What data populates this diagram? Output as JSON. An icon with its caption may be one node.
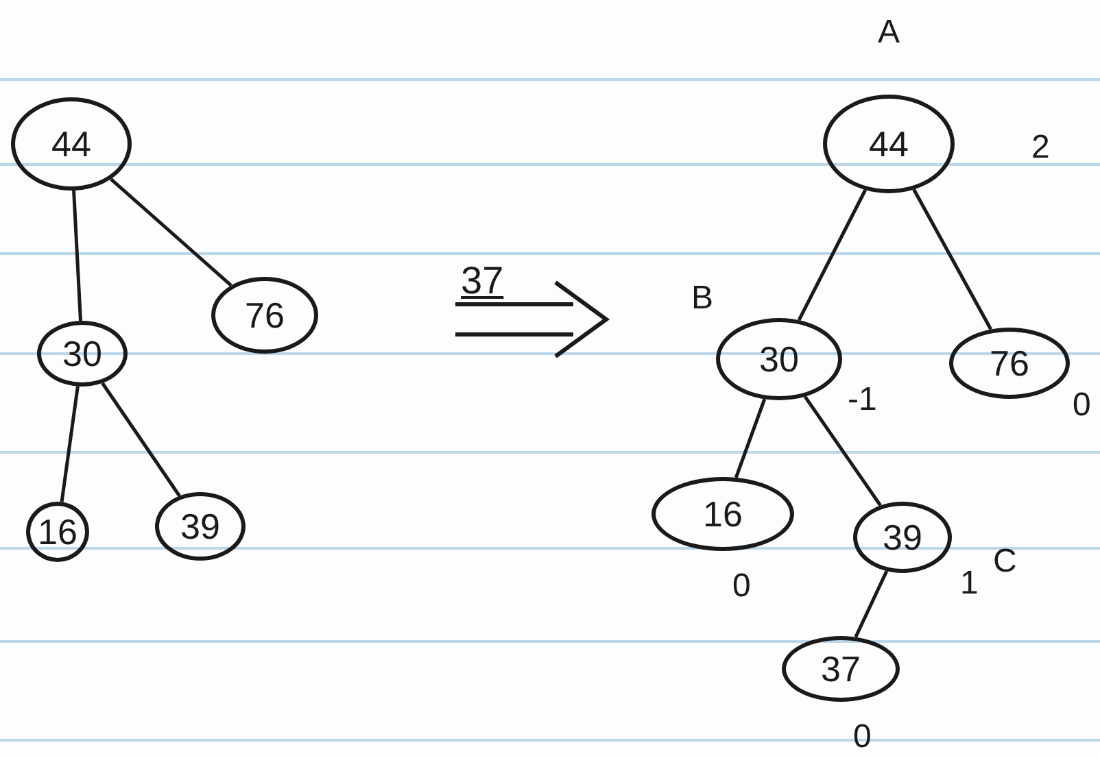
{
  "diagram": {
    "nodes": [
      {
        "text": [
          "44"
        ]
      },
      {
        "text": [
          "30"
        ]
      },
      {
        "text": [
          "76"
        ]
      },
      {
        "text": [
          "16"
        ]
      },
      {
        "text": [
          "39"
        ]
      },
      {
        "text": [
          "44"
        ],
        "beside": [
          "A",
          "2"
        ]
      },
      {
        "text": [
          "30"
        ],
        "beside": [
          "B",
          "-1"
        ]
      },
      {
        "text": [
          "76"
        ],
        "beside": [
          "0"
        ]
      },
      {
        "text": [
          "16"
        ],
        "beside": [
          "0"
        ]
      },
      {
        "text": [
          "39"
        ],
        "beside": [
          "1",
          "C"
        ]
      },
      {
        "text": [
          "37"
        ],
        "beside": [
          "0"
        ]
      }
    ],
    "edges": [
      {
        "from": 0,
        "to": 1,
        "arrow": "none"
      },
      {
        "from": 0,
        "to": 2,
        "arrow": "none"
      },
      {
        "from": 1,
        "to": 3,
        "arrow": "none"
      },
      {
        "from": 1,
        "to": 4,
        "arrow": "none"
      },
      {
        "from": 5,
        "to": 6,
        "arrow": "none"
      },
      {
        "from": 5,
        "to": 7,
        "arrow": "none"
      },
      {
        "from": 6,
        "to": 8,
        "arrow": "none"
      },
      {
        "from": 6,
        "to": 9,
        "arrow": "none"
      },
      {
        "from": 9,
        "to": 10,
        "arrow": "none"
      }
    ],
    "labels": [
      "37"
    ]
  }
}
